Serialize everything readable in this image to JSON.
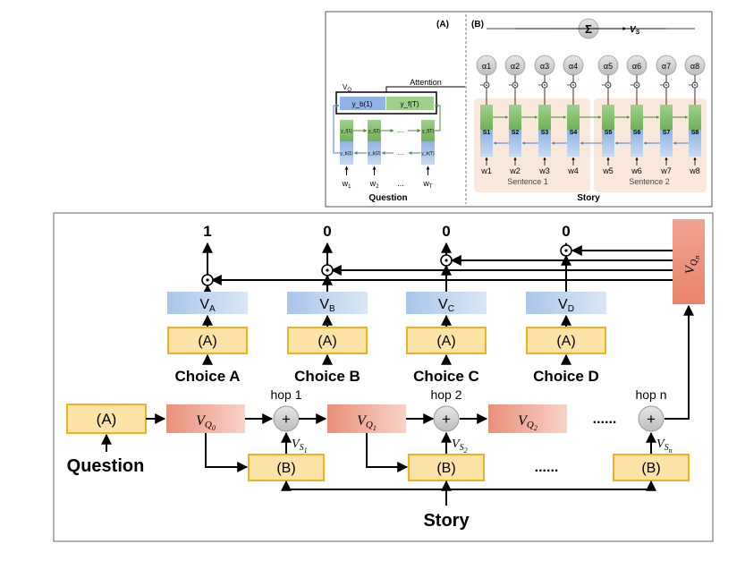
{
  "top": {
    "panel_a": {
      "label": "(A)",
      "attention": "Attention",
      "vq": "V",
      "vq_sub": "Q",
      "yb1": "y_b(1)",
      "yfT": "y_f(T)",
      "yf_cells": [
        "y_f(1)",
        "y_f(2)",
        "...",
        "y_f(T)"
      ],
      "yb_cells": [
        "y_b(1)",
        "y_b(2)",
        "...",
        "y_b(T)"
      ],
      "words": [
        {
          "base": "w",
          "sub": "1"
        },
        {
          "base": "w",
          "sub": "2"
        },
        {
          "base": "...",
          "sub": ""
        },
        {
          "base": "w",
          "sub": "T"
        }
      ],
      "caption": "Question"
    },
    "panel_b": {
      "label": "(B)",
      "sigma": "Σ",
      "vs": "V",
      "vs_sub": "S",
      "alphas": [
        "α1",
        "α2",
        "α3",
        "α4",
        "α5",
        "α6",
        "α7",
        "α8"
      ],
      "sentences": [
        "S1",
        "S2",
        "S3",
        "S4",
        "S5",
        "S6",
        "S7",
        "S8"
      ],
      "words": [
        "w1",
        "w2",
        "w3",
        "w4",
        "w5",
        "w6",
        "w7",
        "w8"
      ],
      "group_labels": [
        "Sentence 1",
        "Sentence 2"
      ],
      "caption": "Story"
    }
  },
  "bottom": {
    "outputs": [
      "1",
      "0",
      "0",
      "0"
    ],
    "choice_vectors": [
      {
        "base": "V",
        "sub": "A"
      },
      {
        "base": "V",
        "sub": "B"
      },
      {
        "base": "V",
        "sub": "C"
      },
      {
        "base": "V",
        "sub": "D"
      }
    ],
    "choice_encoders": [
      "(A)",
      "(A)",
      "(A)",
      "(A)"
    ],
    "choices": [
      "Choice A",
      "Choice B",
      "Choice C",
      "Choice D"
    ],
    "question_encoder": "(A)",
    "question": "Question",
    "vq_nodes": [
      {
        "base": "V",
        "sub": "Q",
        "subsub": "0"
      },
      {
        "base": "V",
        "sub": "Q",
        "subsub": "1"
      },
      {
        "base": "V",
        "sub": "Q",
        "subsub": "2"
      }
    ],
    "vq_final": {
      "base": "V",
      "sub": "Q",
      "subsub": "n"
    },
    "hops": [
      "hop 1",
      "hop 2",
      "hop n"
    ],
    "plus": "+",
    "vs_labels": [
      {
        "base": "V",
        "sub": "S",
        "subsub": "1"
      },
      {
        "base": "V",
        "sub": "S",
        "subsub": "2"
      },
      {
        "base": "V",
        "sub": "S",
        "subsub": "n"
      }
    ],
    "story_encoders": [
      "(B)",
      "(B)",
      "(B)"
    ],
    "ellipsis_top": "......",
    "ellipsis_bottom": "......",
    "story": "Story",
    "odot": "⊙"
  }
}
